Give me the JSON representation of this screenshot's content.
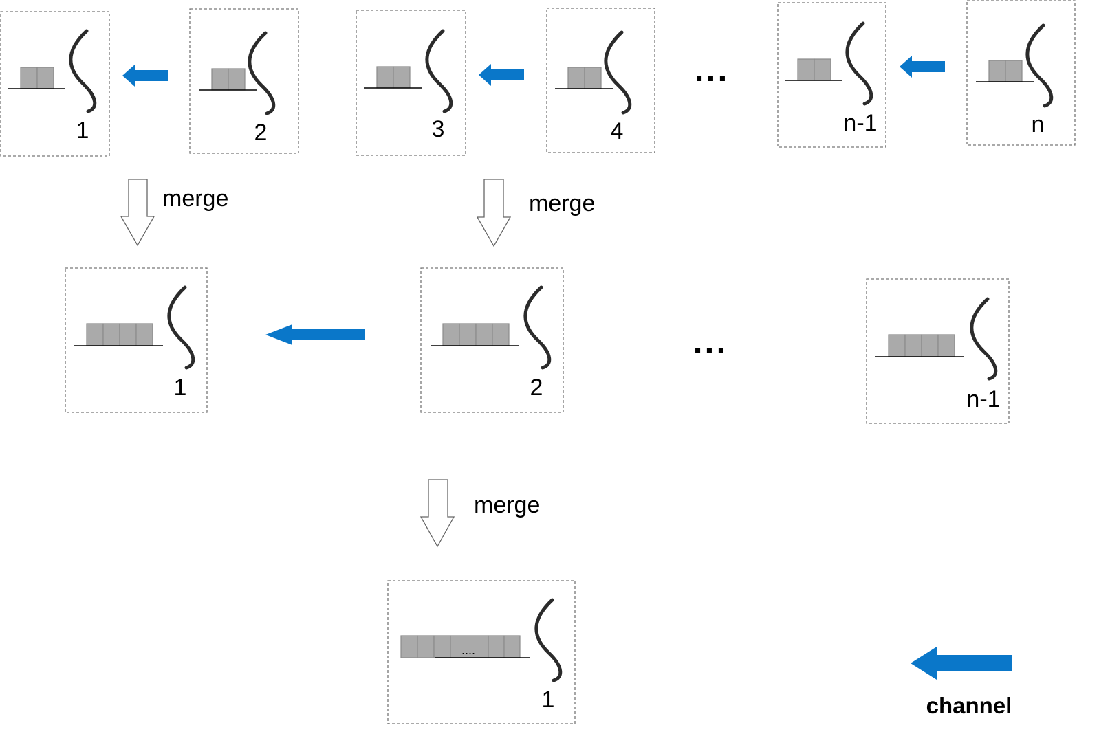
{
  "diagram": {
    "row1": [
      {
        "label": "1",
        "cells": 2
      },
      {
        "label": "2",
        "cells": 2
      },
      {
        "label": "3",
        "cells": 2
      },
      {
        "label": "4",
        "cells": 2
      },
      {
        "label": "n-1",
        "cells": 2
      },
      {
        "label": "n",
        "cells": 2
      }
    ],
    "row2": [
      {
        "label": "1",
        "cells": 4
      },
      {
        "label": "2",
        "cells": 4
      },
      {
        "label": "n-1",
        "cells": 4
      }
    ],
    "row3": [
      {
        "label": "1",
        "cells": 7,
        "inner_text": "...."
      }
    ],
    "merge_labels": [
      "merge",
      "merge",
      "merge"
    ],
    "ellipsis": [
      "...",
      "..."
    ],
    "legend": {
      "label": "channel",
      "color": "#0a77c9"
    }
  }
}
